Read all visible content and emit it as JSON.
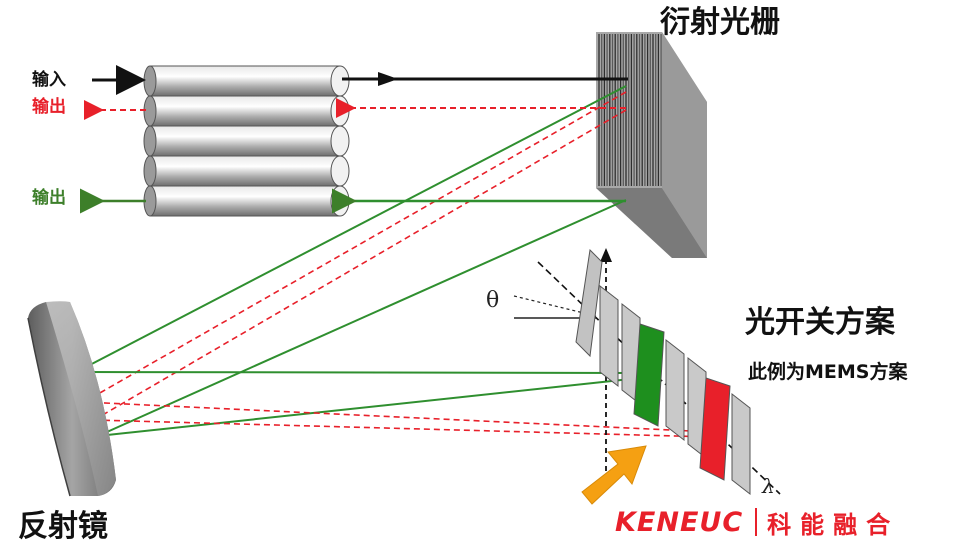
{
  "labels": {
    "input": "输入",
    "output_red": "输出",
    "output_green": "输出",
    "grating": "衍射光栅",
    "optical_switch": "光开关方案",
    "mems_note": "此例为MEMS方案",
    "mirror": "反射镜",
    "theta": "θ",
    "lambda": "λ"
  },
  "logo": {
    "english": "KENEUC",
    "chinese": "科能融合"
  },
  "colors": {
    "input": "#111111",
    "output_red": "#e8202a",
    "output_green": "#3d7f2a",
    "green_beam": "#2f8f2f",
    "red_beam": "#e8202a",
    "highlight_arrow": "#f5a012",
    "grating_gray": "#8a8a8a",
    "fiber_gray": "#b8b8b8"
  }
}
